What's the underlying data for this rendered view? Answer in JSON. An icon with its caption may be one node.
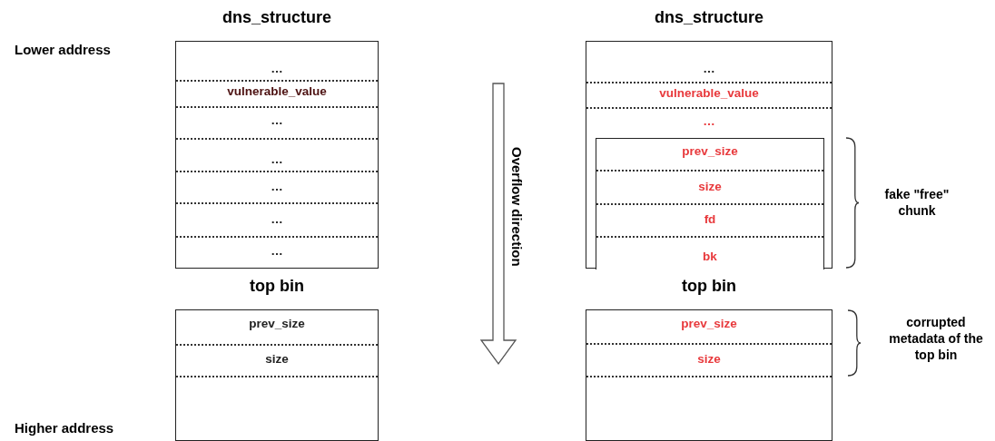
{
  "diagram": {
    "nodes": [
      {
        "text": [
          "dns_structure",
          "…",
          "vulnerable_value",
          "…",
          "…",
          "…",
          "…",
          "…"
        ]
      },
      {
        "text": [
          "dns_structure",
          "…",
          "vulnerable_value",
          "…"
        ]
      },
      {
        "text": [
          "prev_size",
          "size",
          "fd",
          "bk"
        ],
        "in": 1
      },
      {
        "text": [
          "top bin",
          "prev_size",
          "size"
        ]
      },
      {
        "text": [
          "top bin",
          "prev_size",
          "size"
        ]
      }
    ],
    "labels": [
      "Lower address",
      "Overflow direction",
      "fake \"free\" chunk",
      "corrupted metadata of the top bin",
      "Higher address"
    ]
  }
}
